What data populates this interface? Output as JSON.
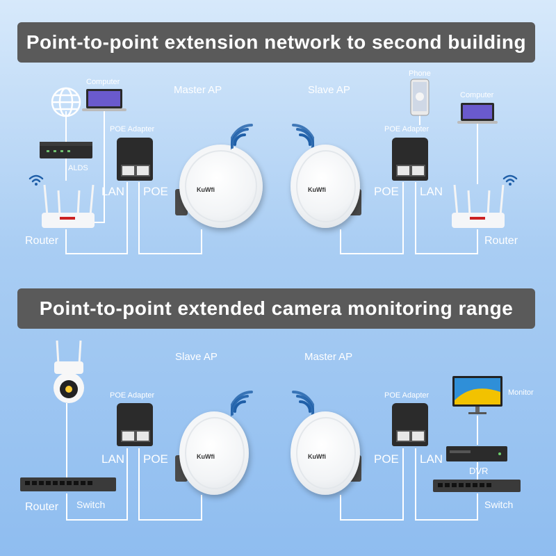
{
  "section1": {
    "title": "Point-to-point extension network to second building",
    "master_ap": "Master AP",
    "slave_ap": "Slave AP",
    "left": {
      "computer": "Computer",
      "poe_adapter": "POE Adapter",
      "alds": "ALDS",
      "lan": "LAN",
      "poe": "POE",
      "router": "Router"
    },
    "right": {
      "phone": "Phone",
      "computer": "Computer",
      "poe_adapter": "POE Adapter",
      "poe": "POE",
      "lan": "LAN",
      "router": "Router"
    }
  },
  "section2": {
    "title": "Point-to-point extended camera monitoring range",
    "slave_ap": "Slave AP",
    "master_ap": "Master AP",
    "left": {
      "poe_adapter": "POE Adapter",
      "lan": "LAN",
      "poe": "POE",
      "router": "Router",
      "switch": "Switch"
    },
    "right": {
      "poe_adapter": "POE Adapter",
      "monitor": "Monitor",
      "poe": "POE",
      "lan": "LAN",
      "dvr": "DVR",
      "switch": "Switch"
    }
  },
  "brand": "KuWfi",
  "colors": {
    "banner": "#5a5a5a",
    "wire": "#ffffff",
    "wifi": "#1f5fa8"
  },
  "icons": [
    "globe-icon",
    "wifi-icon",
    "laptop-icon",
    "phone-icon",
    "router-icon",
    "switch-icon",
    "poe-adapter-icon",
    "access-point-icon",
    "camera-icon",
    "monitor-icon",
    "dvr-icon"
  ]
}
